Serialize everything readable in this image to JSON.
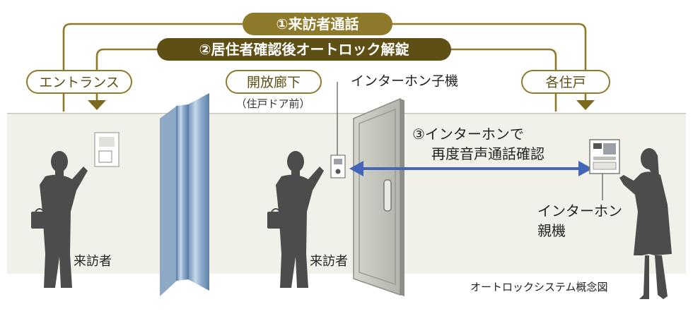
{
  "labels": {
    "step1": "①来訪者通話",
    "step2": "②居住者確認後オートロック解錠",
    "entrance": "エントランス",
    "corridor": "開放廊下",
    "corridor_sub": "（住戸ドア前）",
    "unit": "各住戸",
    "intercom_sub": "インターホン子機",
    "step3_line1": "③インターホンで",
    "step3_line2": "再度音声通話確認",
    "intercom_main_line1": "インターホン",
    "intercom_main_line2": "親機",
    "visitor1": "来訪者",
    "visitor2": "来訪者",
    "caption": "オートロックシステム概念図"
  },
  "colors": {
    "gold": "#8d7a2a",
    "band_bg": "#f2f1e9",
    "silhouette": "#4c4c4c",
    "arrow_blue": "#4466b8",
    "door": "#c5c6bd",
    "glass": "#9ab4cf"
  }
}
